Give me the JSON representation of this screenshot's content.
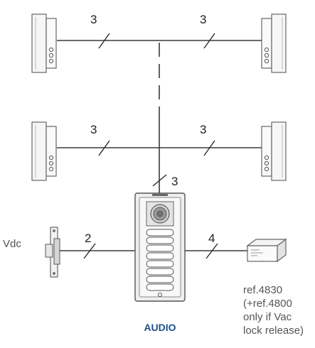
{
  "wire_counts": {
    "top_left": "3",
    "top_right": "3",
    "mid_left": "3",
    "mid_right": "3",
    "riser": "3",
    "lock": "2",
    "psu": "4"
  },
  "labels": {
    "vdc": "Vdc",
    "psu_lines": [
      "ref.4830",
      "(+ref.4800",
      "only if Vac",
      "lock release)"
    ],
    "panel_title": "AUDIO"
  },
  "colors": {
    "wire": "#3a3a3a",
    "title": "#1e4f8a",
    "device_stroke": "#555555"
  }
}
